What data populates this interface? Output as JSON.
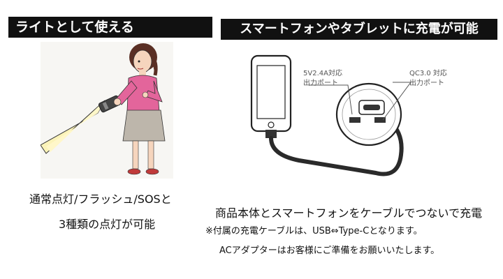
{
  "left": {
    "header": "ライトとして使える",
    "caption_line1": "通常点灯/フラッシュ/SOSと",
    "caption_line2": "3種類の点灯が可能"
  },
  "right": {
    "header": "スマートフォンやタブレットに充電が可能",
    "port_left_line1": "5V2.4A対応",
    "port_left_line2": "出力ポート",
    "port_right_line1": "QC3.0 対応",
    "port_right_line2": "出力ポート",
    "caption_line1": "商品本体とスマートフォンをケーブルでつないで充電",
    "caption_line2": "※付属の充電ケーブルは、USB⇔Type-Cとなります。",
    "caption_line3": "ACアダプターはお客様にご準備をお願いいたします。"
  }
}
